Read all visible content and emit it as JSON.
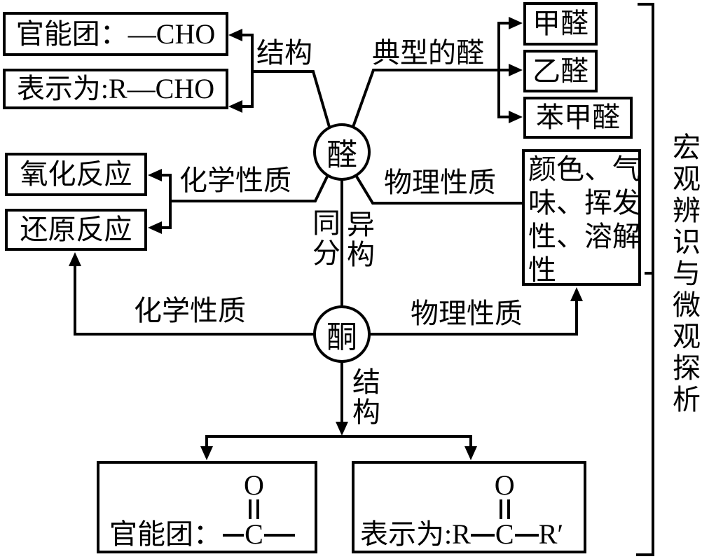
{
  "colors": {
    "ink": "#000000",
    "background": "#ffffff"
  },
  "nodes": {
    "aldehyde": "醛",
    "ketone": "酮"
  },
  "edge_labels": {
    "structure_top": "结构",
    "typical_aldehydes": "典型的醛",
    "aldehyde_chemical": "化学性质",
    "aldehyde_physical": "物理性质",
    "isomer_left": "同分",
    "isomer_right": "异构",
    "ketone_chemical": "化学性质",
    "ketone_physical": "物理性质",
    "structure_bottom": "结构"
  },
  "boxes": {
    "aldehyde_functional_group": "官能团：—CHO",
    "aldehyde_representation": "表示为:R—CHO",
    "oxidation": "氧化反应",
    "reduction": "还原反应",
    "formaldehyde": "甲醛",
    "acetaldehyde": "乙醛",
    "benzaldehyde": "苯甲醛",
    "physical_properties_lines": [
      "颜色、气",
      "味、挥发",
      "性、溶解",
      "性"
    ]
  },
  "ketone_functional_box": {
    "label": "官能团：",
    "oxygen": "O",
    "carbon": "C"
  },
  "ketone_representation_box": {
    "label": "表示为:R",
    "oxygen": "O",
    "carbon": "C",
    "r_prime": "R′"
  },
  "side_note": "宏观辨识与微观探析"
}
